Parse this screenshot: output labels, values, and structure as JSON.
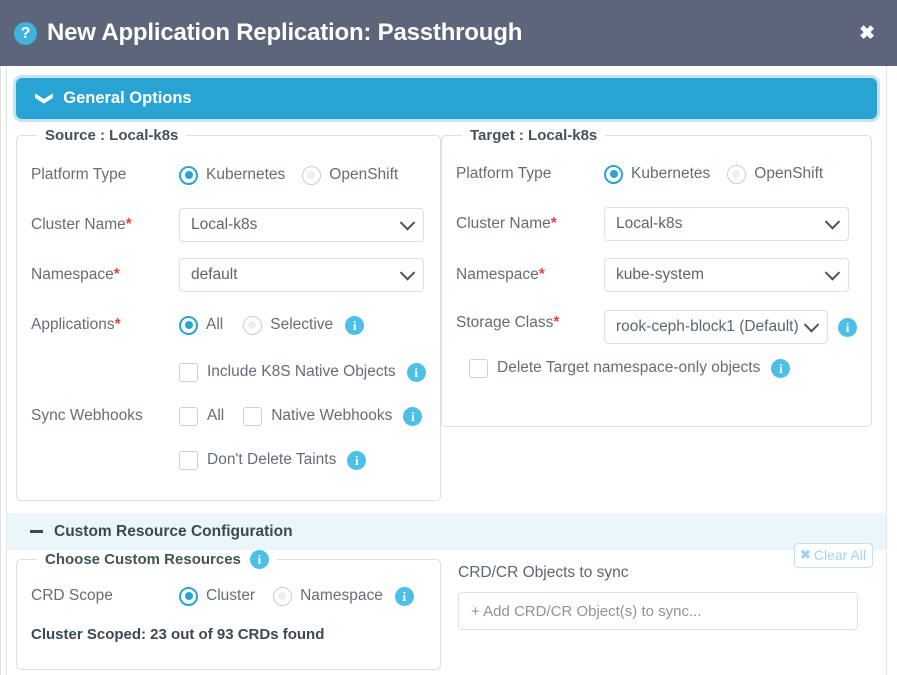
{
  "header": {
    "help_icon": "question-mark-icon",
    "title": "New Application Replication: Passthrough",
    "close_label": "✖"
  },
  "general_options": {
    "chevron": "⌄",
    "title": "General Options"
  },
  "source": {
    "legend": "Source : Local-k8s",
    "platform_type_label": "Platform Type",
    "platform_options": [
      {
        "label": "Kubernetes",
        "selected": true
      },
      {
        "label": "OpenShift",
        "selected": false
      }
    ],
    "cluster_name_label": "Cluster Name",
    "cluster_name_value": "Local-k8s",
    "namespace_label": "Namespace",
    "namespace_value": "default",
    "applications_label": "Applications",
    "applications_all": "All",
    "applications_selective": "Selective",
    "include_native_objects": "Include K8S Native Objects",
    "sync_webhooks_label": "Sync Webhooks",
    "webhooks_all": "All",
    "webhooks_native": "Native Webhooks",
    "dont_delete_taints": "Don't Delete Taints"
  },
  "target": {
    "legend": "Target : Local-k8s",
    "platform_type_label": "Platform Type",
    "platform_options": [
      {
        "label": "Kubernetes",
        "selected": true
      },
      {
        "label": "OpenShift",
        "selected": false
      }
    ],
    "cluster_name_label": "Cluster Name",
    "cluster_name_value": "Local-k8s",
    "namespace_label": "Namespace",
    "namespace_value": "kube-system",
    "storage_class_label": "Storage Class",
    "storage_class_value": "rook-ceph-block1 (Default)",
    "delete_target_objects": "Delete Target namespace-only objects"
  },
  "custom_resource": {
    "section_title": "Custom Resource Configuration",
    "minus_icon": "minus-icon",
    "choose_legend": "Choose Custom Resources",
    "crd_scope_label": "CRD Scope",
    "scope_cluster": "Cluster",
    "scope_namespace": "Namespace",
    "crds_found": "Cluster Scoped: 23 out of 93 CRDs found",
    "objects_label": "CRD/CR Objects to sync",
    "objects_placeholder": "+ Add CRD/CR Object(s) to sync...",
    "clear_all_x": "✖",
    "clear_all_label": "Clear All"
  },
  "required_marker": "*",
  "colors": {
    "header_bg": "#5c6579",
    "accent_blue": "#29a3d4",
    "info_blue": "#4cc0e8",
    "required_red": "#e8453c",
    "section_bg": "#eaf6fb"
  }
}
